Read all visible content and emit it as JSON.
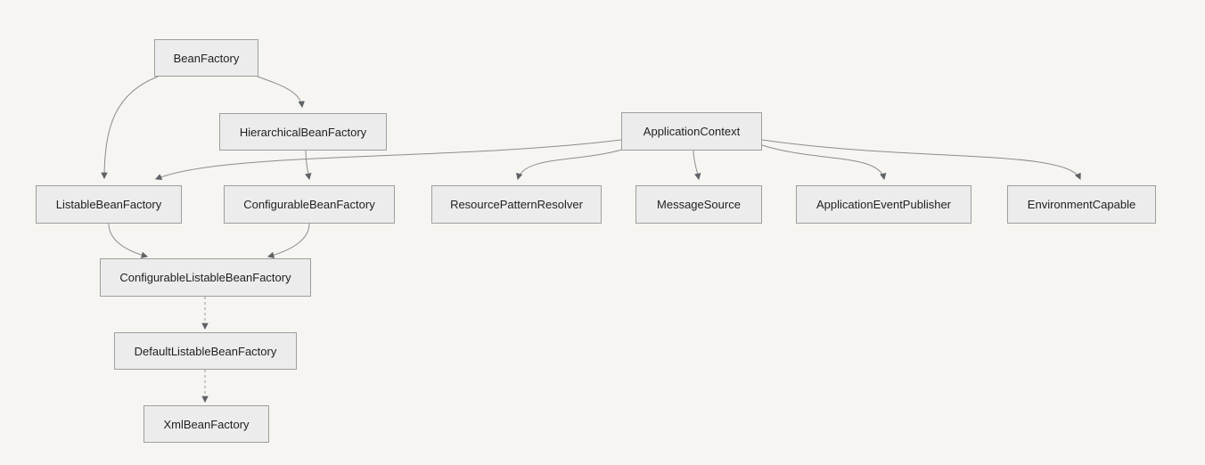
{
  "diagram": {
    "type": "class-hierarchy-graph",
    "colors": {
      "background": "#f6f5f1",
      "node_fill": "#ececec",
      "node_border": "#9e9e9e",
      "edge": "#8c8c8c",
      "arrowhead": "#5f6368",
      "text": "#1f1f1f"
    },
    "nodes": [
      {
        "id": "bean-factory",
        "label": "BeanFactory"
      },
      {
        "id": "hierarchical-bean-factory",
        "label": "HierarchicalBeanFactory"
      },
      {
        "id": "application-context",
        "label": "ApplicationContext"
      },
      {
        "id": "listable-bean-factory",
        "label": "ListableBeanFactory"
      },
      {
        "id": "configurable-bean-factory",
        "label": "ConfigurableBeanFactory"
      },
      {
        "id": "resource-pattern-resolver",
        "label": "ResourcePatternResolver"
      },
      {
        "id": "message-source",
        "label": "MessageSource"
      },
      {
        "id": "application-event-publisher",
        "label": "ApplicationEventPublisher"
      },
      {
        "id": "environment-capable",
        "label": "EnvironmentCapable"
      },
      {
        "id": "configurable-listable-bean-factory",
        "label": "ConfigurableListableBeanFactory"
      },
      {
        "id": "default-listable-bean-factory",
        "label": "DefaultListableBeanFactory"
      },
      {
        "id": "xml-bean-factory",
        "label": "XmlBeanFactory"
      }
    ],
    "edges": [
      {
        "from": "BeanFactory",
        "to": "ListableBeanFactory",
        "style": "solid",
        "arrow": "to"
      },
      {
        "from": "BeanFactory",
        "to": "HierarchicalBeanFactory",
        "style": "solid",
        "arrow": "to"
      },
      {
        "from": "HierarchicalBeanFactory",
        "to": "ConfigurableBeanFactory",
        "style": "solid",
        "arrow": "to"
      },
      {
        "from": "ApplicationContext",
        "to": "ListableBeanFactory",
        "style": "solid",
        "arrow": "to"
      },
      {
        "from": "ApplicationContext",
        "to": "ResourcePatternResolver",
        "style": "solid",
        "arrow": "to"
      },
      {
        "from": "ApplicationContext",
        "to": "MessageSource",
        "style": "solid",
        "arrow": "to"
      },
      {
        "from": "ApplicationContext",
        "to": "ApplicationEventPublisher",
        "style": "solid",
        "arrow": "to"
      },
      {
        "from": "ApplicationContext",
        "to": "EnvironmentCapable",
        "style": "solid",
        "arrow": "to"
      },
      {
        "from": "ListableBeanFactory",
        "to": "ConfigurableListableBeanFactory",
        "style": "solid",
        "arrow": "to"
      },
      {
        "from": "ConfigurableBeanFactory",
        "to": "ConfigurableListableBeanFactory",
        "style": "solid",
        "arrow": "to"
      },
      {
        "from": "ConfigurableListableBeanFactory",
        "to": "DefaultListableBeanFactory",
        "style": "dashed",
        "arrow": "to"
      },
      {
        "from": "DefaultListableBeanFactory",
        "to": "XmlBeanFactory",
        "style": "dashed",
        "arrow": "to"
      }
    ]
  }
}
